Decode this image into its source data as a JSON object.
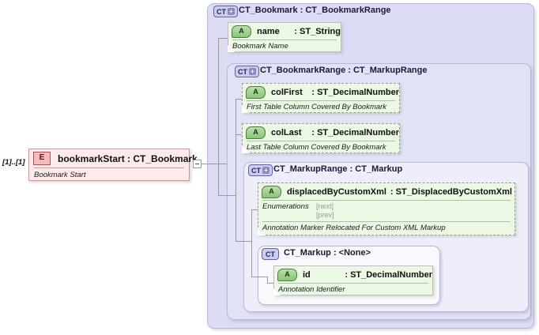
{
  "diagram": {
    "kind": "xml-schema-tree",
    "cardinality": "[1]..[1]",
    "colors": {
      "element_fill": "#fdeaea",
      "element_border": "#c59a9a",
      "attribute_fill": "#eaf8e4",
      "attribute_border": "#9fbf9a",
      "container_level0": "#dcdcf4",
      "container_level1": "#e2e2f6",
      "container_level2": "#eeeefb",
      "container_level3": "#f8f8fd",
      "badge_ct_fill": "#ccccee",
      "badge_ct_border": "#62629c",
      "enum_value_color": "#9a9a9a"
    }
  },
  "element": {
    "badge": "E",
    "title": "bookmarkStart : CT_Bookmark",
    "documentation": "Bookmark Start"
  },
  "toggle": {
    "icon": "minus-icon",
    "state": "expanded"
  },
  "containers": [
    {
      "badge": "CT",
      "has_plus": true,
      "title": "CT_Bookmark : CT_BookmarkRange"
    },
    {
      "badge": "CT",
      "has_plus": true,
      "title": "CT_BookmarkRange : CT_MarkupRange"
    },
    {
      "badge": "CT",
      "has_plus": true,
      "title": "CT_MarkupRange : CT_Markup"
    },
    {
      "badge": "CT",
      "has_plus": false,
      "title": "CT_Markup : <None>"
    }
  ],
  "attributes": [
    {
      "badge": "A",
      "name": "name",
      "type": ": ST_String",
      "documentation": "Bookmark Name",
      "border": "solid",
      "enumerations": null,
      "enum_label": null
    },
    {
      "badge": "A",
      "name": "colFirst",
      "type": ": ST_DecimalNumber",
      "documentation": "First Table Column Covered By Bookmark",
      "border": "dashed",
      "enumerations": null,
      "enum_label": null
    },
    {
      "badge": "A",
      "name": "colLast",
      "type": ": ST_DecimalNumber",
      "documentation": "Last Table Column Covered By Bookmark",
      "border": "dashed",
      "enumerations": null,
      "enum_label": null
    },
    {
      "badge": "A",
      "name": "displacedByCustomXml",
      "type": ": ST_DisplacedByCustomXml",
      "documentation": "Annotation Marker Relocated For Custom XML Markup",
      "border": "dashed",
      "enum_label": "Enumerations",
      "enumerations": [
        "[next]",
        "[prev]"
      ]
    },
    {
      "badge": "A",
      "name": "id",
      "type": ": ST_DecimalNumber",
      "documentation": "Annotation Identifier",
      "border": "solid",
      "enumerations": null,
      "enum_label": null
    }
  ]
}
